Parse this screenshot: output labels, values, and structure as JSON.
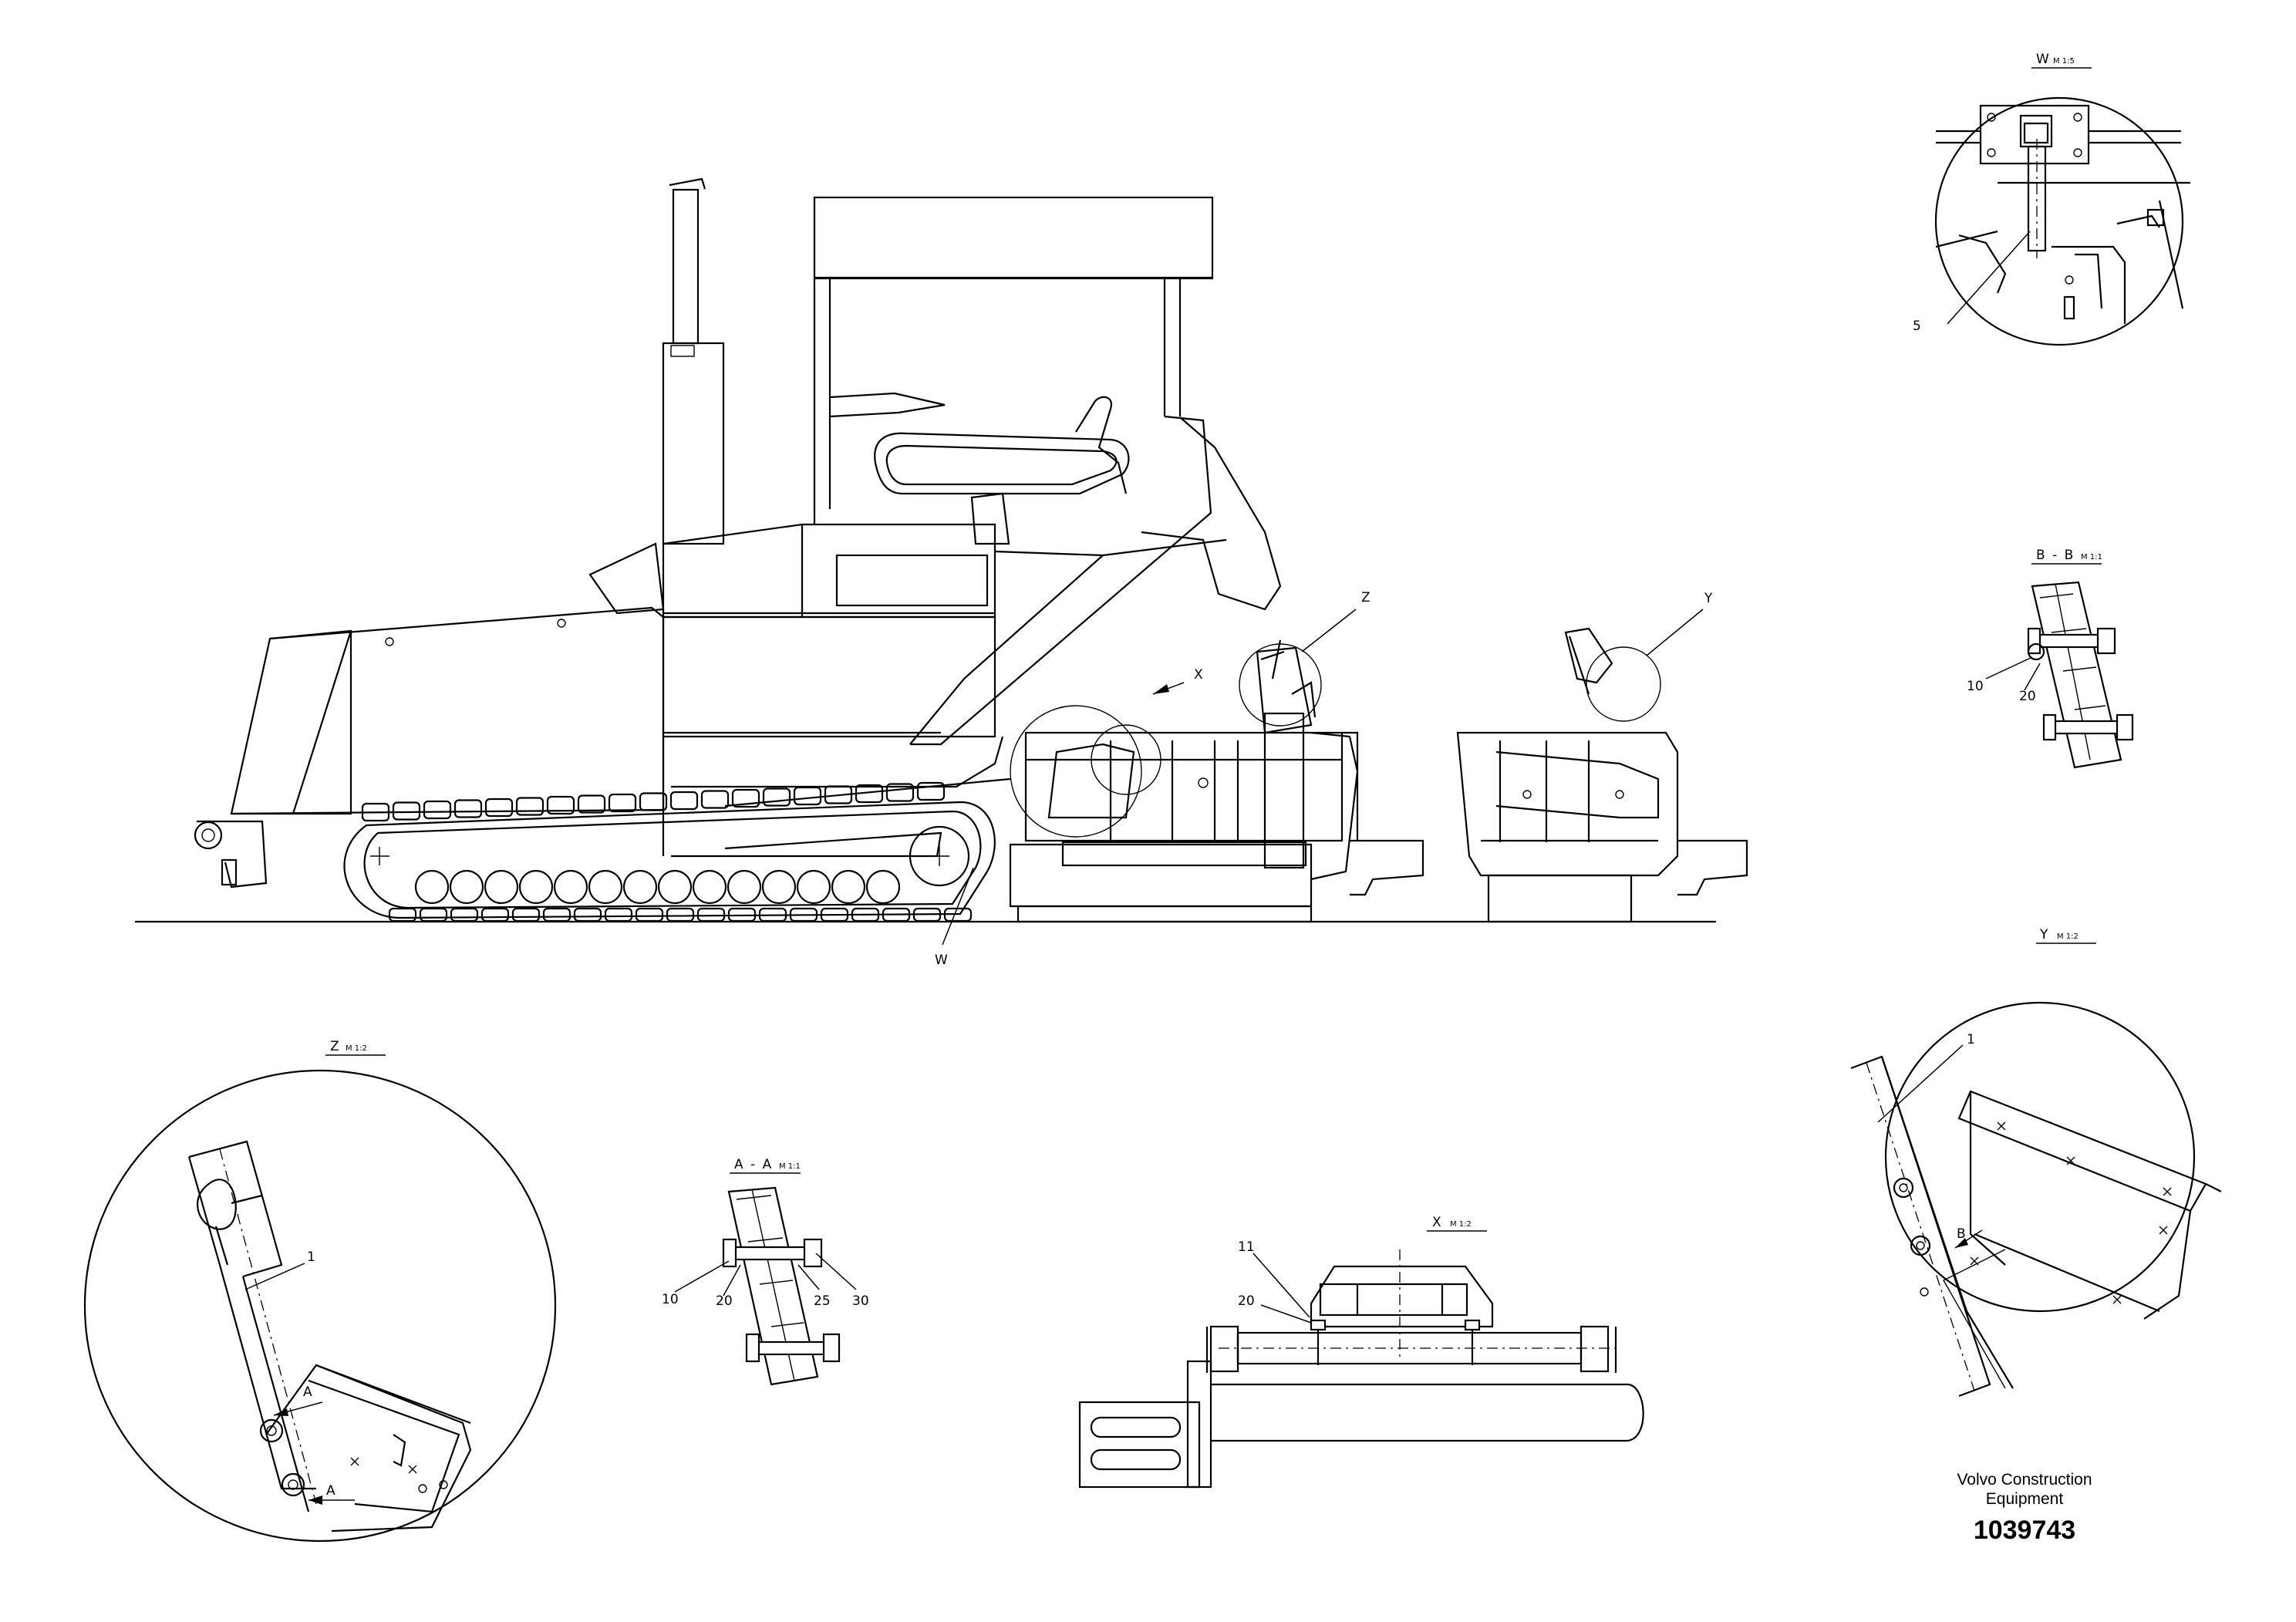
{
  "views": {
    "w": {
      "letter": "W",
      "scale": "M 1:5",
      "callout": "W"
    },
    "z": {
      "letter": "Z",
      "scale": "M 1:2",
      "callout": "Z"
    },
    "y": {
      "letter": "Y",
      "scale": "M 1:2",
      "callout": "Y"
    },
    "x": {
      "letter": "X",
      "scale": "M 1:2",
      "callout": "X"
    },
    "aa": {
      "letter": "A - A",
      "scale": "M 1:1"
    },
    "bb": {
      "letter": "B - B",
      "scale": "M 1:1"
    }
  },
  "section_marks": {
    "a": "A",
    "b": "B"
  },
  "item_numbers": {
    "w_5": "5",
    "bb_10": "10",
    "bb_20": "20",
    "y_1": "1",
    "z_1": "1",
    "aa_10": "10",
    "aa_20": "20",
    "aa_25": "25",
    "aa_30": "30",
    "x_11": "11",
    "x_20": "20"
  },
  "title_block": {
    "company_line1": "Volvo Construction",
    "company_line2": "Equipment",
    "drawing_number": "1039743"
  }
}
